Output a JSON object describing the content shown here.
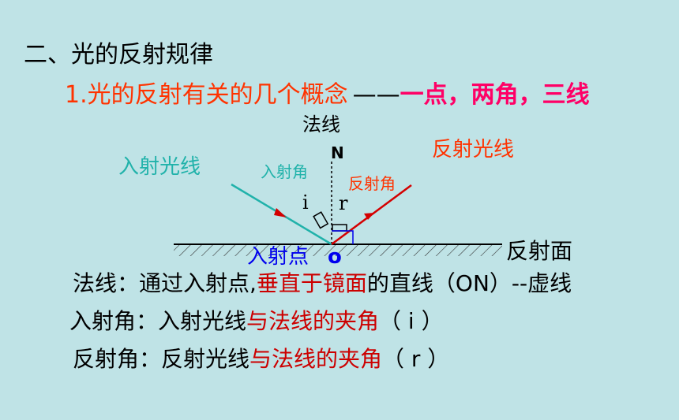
{
  "section_title": "二、光的反射规律",
  "subtitle": {
    "prefix": "1.光的反射有关的几个概念",
    "dash": "——",
    "highlight": "一点，两角，三线"
  },
  "diagram": {
    "normal_label": "法线",
    "n_label": "N",
    "incident_ray_label": "入射光线",
    "reflected_ray_label": "反射光线",
    "incident_angle_label": "入射角",
    "reflected_angle_label": "反射角",
    "i_symbol": "i",
    "r_symbol": "r",
    "point_label": "入射点",
    "o_symbol": "o",
    "surface_label": "反射面",
    "colors": {
      "incident": "#20b2aa",
      "reflected": "#d40000",
      "point": "#0000ee"
    }
  },
  "definitions": {
    "normal": {
      "prefix": "法线：通过入射点,",
      "highlight": "垂直于镜面",
      "suffix": "的直线（ON）--虚线"
    },
    "incident_angle": {
      "prefix": "入射角：入射光线",
      "highlight": "与法线的夹角",
      "suffix": "（  i  ）"
    },
    "reflected_angle": {
      "prefix": "反射角：反射光线",
      "highlight": "与法线的夹角",
      "suffix": "（  r  ）"
    }
  }
}
